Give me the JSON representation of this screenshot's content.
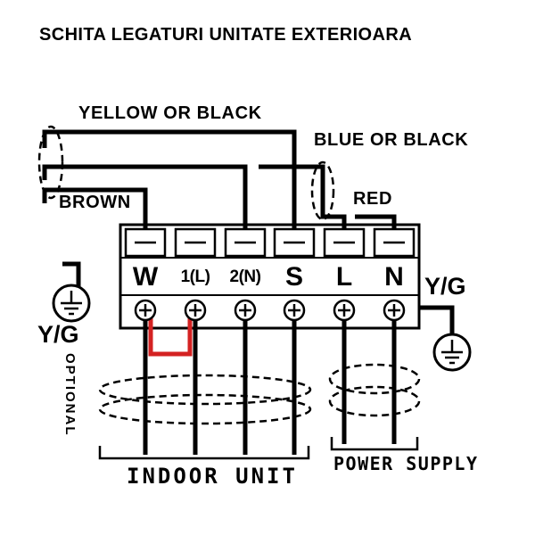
{
  "title": "SCHITA LEGATURI UNITATE EXTERIOARA",
  "wire_labels": {
    "yellow_or_black": "YELLOW OR BLACK",
    "blue_or_black": "BLUE OR BLACK",
    "brown": "BROWN",
    "red": "RED"
  },
  "terminal_block": {
    "terminals": [
      "W",
      "1(L)",
      "2(N)",
      "S",
      "L",
      "N"
    ]
  },
  "grounds": {
    "left_label": "Y/G",
    "right_label": "Y/G"
  },
  "sections": {
    "optional": "OPTIONAL",
    "indoor_unit": "INDOOR UNIT",
    "power_supply": "POWER SUPPLY"
  },
  "colors": {
    "wire": "#000000",
    "jumper_red": "#d42222",
    "background": "#ffffff"
  },
  "icons": {
    "ground_left": "earth-ground-icon",
    "ground_right": "earth-ground-icon",
    "terminal_screw": "screw-terminal-icon",
    "terminal_cover": "terminal-cover-icon"
  }
}
